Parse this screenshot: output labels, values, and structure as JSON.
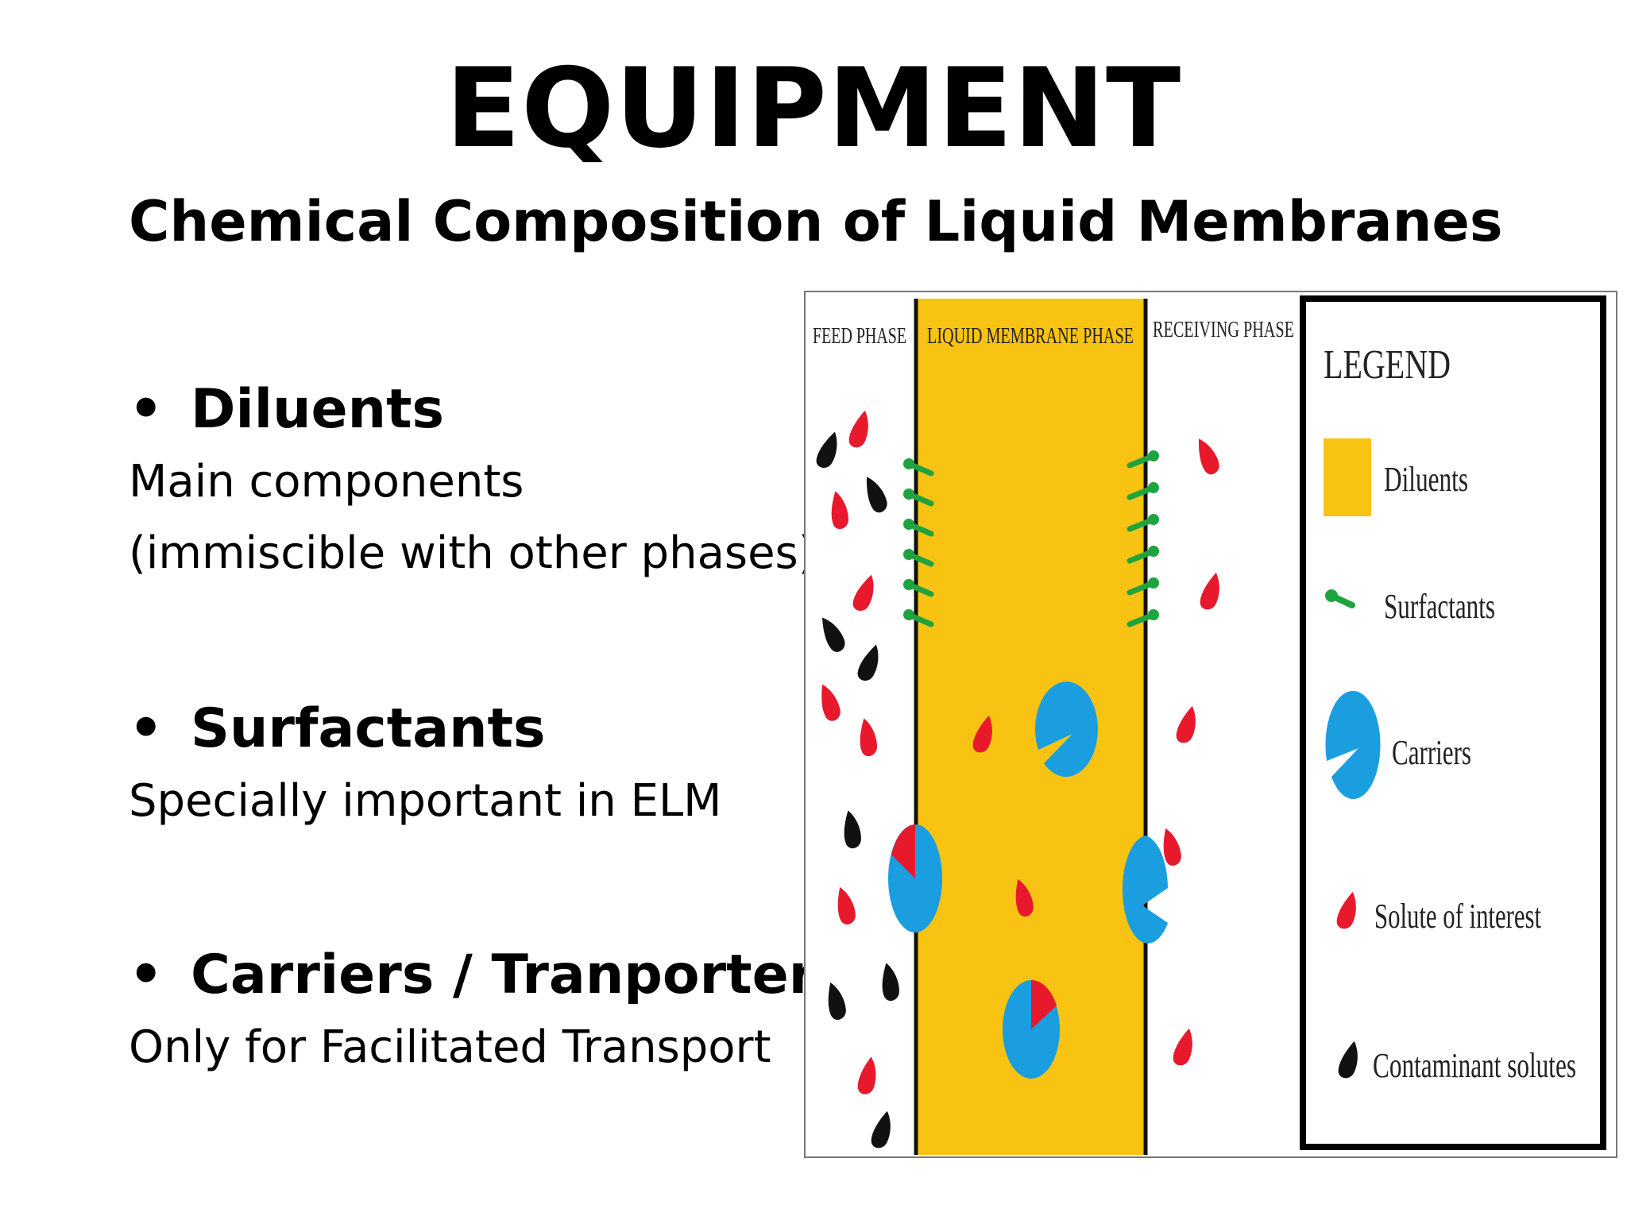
{
  "slide": {
    "title": "EQUIPMENT",
    "subtitle": "Chemical Composition of Liquid Membranes",
    "bullets": [
      {
        "heading": "Diluents",
        "lines": [
          "Main components",
          "(immiscible with other phases)"
        ]
      },
      {
        "heading": "Surfactants",
        "lines": [
          "Specially important in ELM"
        ]
      },
      {
        "heading": "Carriers / Tranporters",
        "lines": [
          "Only for Facilitated Transport"
        ]
      }
    ],
    "bullet_char": "•"
  },
  "diagram": {
    "phases": {
      "feed": "FEED PHASE",
      "membrane": "LIQUID MEMBRANE PHASE",
      "receiving": "RECEIVING PHASE"
    },
    "legend": {
      "title": "LEGEND",
      "items": [
        "Diluents",
        "Surfactants",
        "Carriers",
        "Solute of interest",
        "Contaminant solutes"
      ]
    },
    "colors": {
      "membrane": "#f9c313",
      "surfactant": "#1fa33f",
      "carrier": "#1a9ee0",
      "solute": "#e8192c",
      "contaminant": "#111111"
    }
  }
}
